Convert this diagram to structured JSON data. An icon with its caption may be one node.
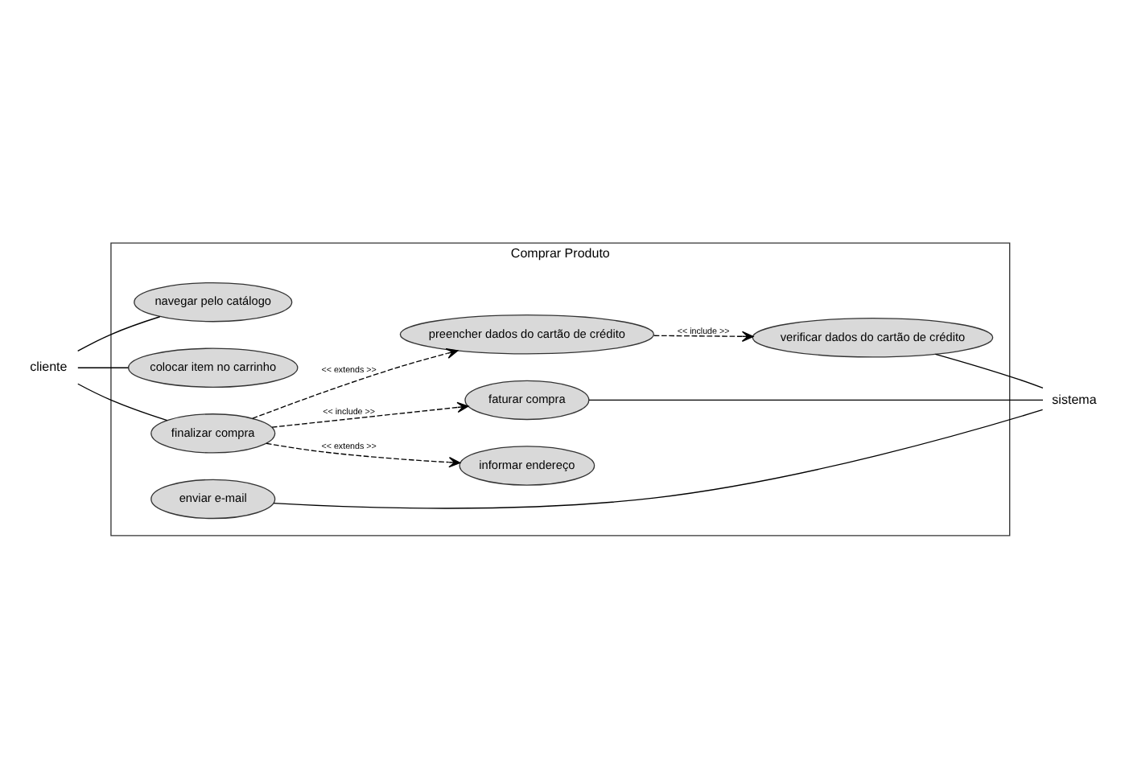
{
  "diagram": {
    "nodes": [
      {
        "text": [
          "cliente"
        ]
      },
      {
        "text": [
          "Comprar Produto"
        ]
      },
      {
        "text": [
          "navegar pelo catálogo"
        ],
        "in": 1
      },
      {
        "text": [
          "colocar item no carrinho"
        ],
        "in": 1
      },
      {
        "text": [
          "informar endereço"
        ],
        "in": 1
      },
      {
        "text": [
          "preencher dados do cartão de crédito"
        ],
        "in": 1
      },
      {
        "text": [
          "verificar dados do cartão de crédito"
        ],
        "in": 1
      },
      {
        "text": [
          "finalizar compra"
        ],
        "in": 1
      },
      {
        "text": [
          "faturar compra"
        ],
        "in": 1
      },
      {
        "text": [
          "enviar e-mail"
        ],
        "in": 1
      },
      {
        "text": [
          "sistema"
        ]
      }
    ],
    "edges": [
      {
        "from": 0,
        "to": 2,
        "arrow": "none"
      },
      {
        "from": 0,
        "to": 3,
        "arrow": "none"
      },
      {
        "from": 0,
        "to": 7,
        "arrow": "none"
      },
      {
        "from": 7,
        "to": 4,
        "arrow": "to",
        "style": "dashed",
        "label": "<< extends >>"
      },
      {
        "from": 7,
        "to": 5,
        "arrow": "to",
        "style": "dashed",
        "label": "<< extends >>"
      },
      {
        "from": 5,
        "to": 6,
        "arrow": "to",
        "style": "dashed",
        "label": "<< include >>"
      },
      {
        "from": 7,
        "to": 8,
        "arrow": "to",
        "style": "dashed",
        "label": "<< include >>"
      },
      {
        "from": 10,
        "to": 6,
        "arrow": "none"
      },
      {
        "from": 10,
        "to": 8,
        "arrow": "none"
      },
      {
        "from": 10,
        "to": 9,
        "arrow": "none"
      }
    ]
  }
}
